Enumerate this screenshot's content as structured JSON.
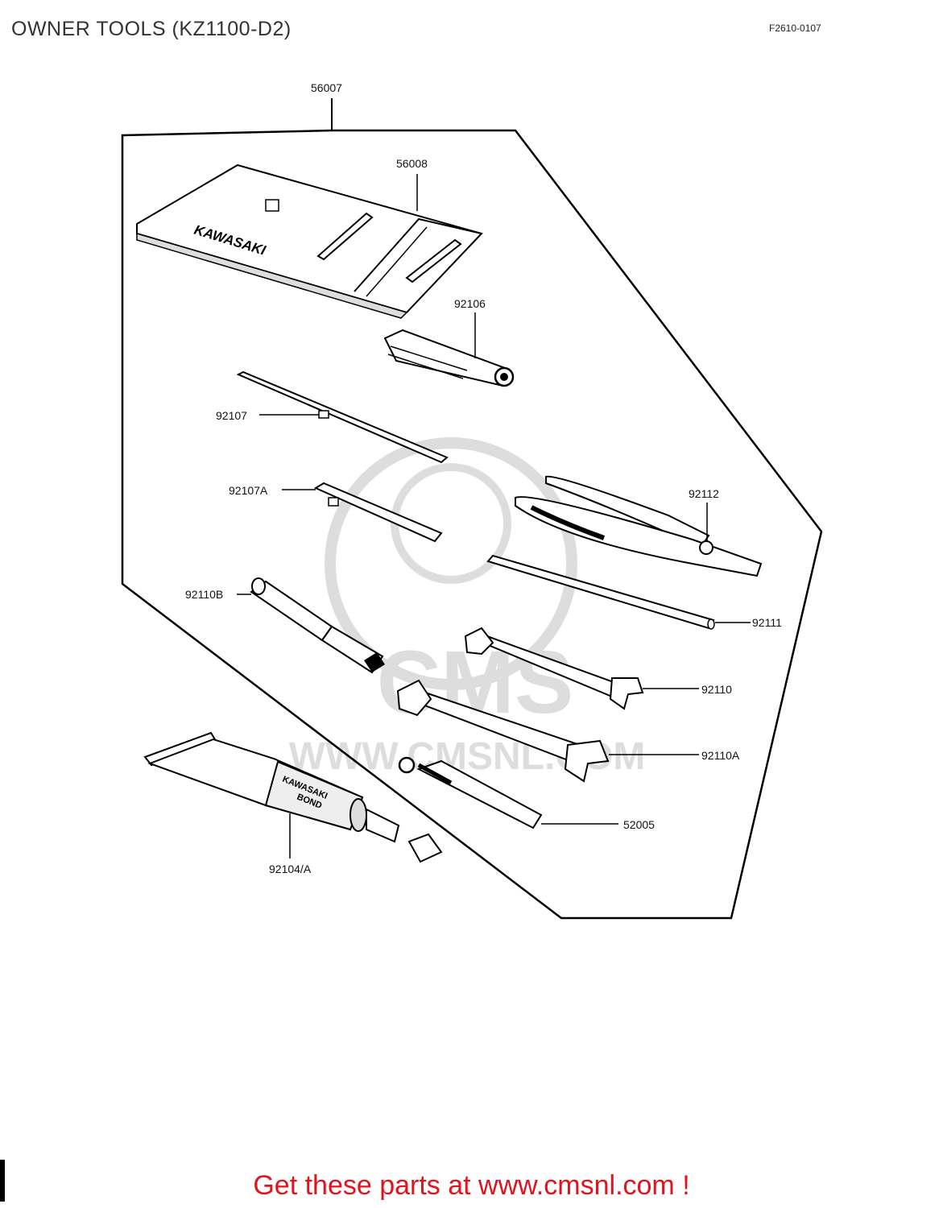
{
  "diagram": {
    "title": "OWNER TOOLS (KZ1100-D2)",
    "figure_code": "F2610-0107",
    "bag_brand": "KAWASAKI",
    "bond_label_line1": "KAWASAKI",
    "bond_label_line2": "BOND",
    "watermark_text": "WWW.CMSNL.COM",
    "watermark_brand": "CMS"
  },
  "parts": {
    "p56007": "56007",
    "p56008": "56008",
    "p92106": "92106",
    "p92107": "92107",
    "p92107A": "92107A",
    "p92112": "92112",
    "p92110B": "92110B",
    "p92111": "92111",
    "p92110": "92110",
    "p92110A": "92110A",
    "p52005": "52005",
    "p92104A": "92104/A"
  },
  "footer": {
    "cta": "Get these parts at www.cmsnl.com !"
  }
}
